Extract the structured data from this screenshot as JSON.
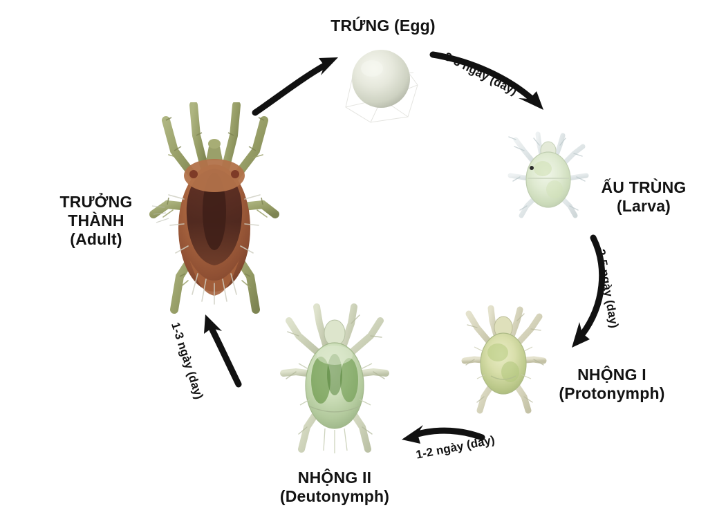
{
  "diagram": {
    "title_visible": false,
    "background_color": "#ffffff",
    "text_color": "#131313",
    "arrow_color": "#111111",
    "type": "life-cycle-cycle-diagram",
    "stages": [
      {
        "id": "egg",
        "name_vi": "TRỨNG",
        "name_en": "(Egg)",
        "label": "TRỨNG (Egg)",
        "artwork": "mite-egg-sphere",
        "colors": {
          "body": "#e7e8dd",
          "highlight": "#f4f5ee",
          "shadow": "#b9bcae"
        }
      },
      {
        "id": "larva",
        "name_vi": "ẤU TRÙNG",
        "name_en": "(Larva)",
        "artwork": "mite-larva-pale",
        "colors": {
          "body": "#dfe8d9",
          "legs": "#dde3e4",
          "accent": "#c6d6ab"
        }
      },
      {
        "id": "protonymph",
        "name_vi": "NHỘNG I",
        "name_en": "(Protonymph)",
        "artwork": "mite-protonymph-yellowgreen",
        "colors": {
          "body": "#d7d9a6",
          "legs": "#d8d6bb",
          "accent": "#a8bd72"
        }
      },
      {
        "id": "deutonymph",
        "name_vi": "NHỘNG II",
        "name_en": "(Deutonymph)",
        "artwork": "mite-deutonymph-green",
        "colors": {
          "body": "#cedcc0",
          "legs": "#cfd3bb",
          "accent": "#6f9c4c",
          "dark": "#4f7d34"
        }
      },
      {
        "id": "adult",
        "name_vi": "TRƯỞNG THÀNH",
        "name_vi_line1": "TRƯỞNG",
        "name_vi_line2": "THÀNH",
        "name_en": "(Adult)",
        "artwork": "mite-adult-brown",
        "colors": {
          "body": "#a9653f",
          "dark": "#50261f",
          "legs": "#9aa06a"
        }
      }
    ],
    "transitions": [
      {
        "id": "egg-to-larva",
        "from": "egg",
        "to": "larva",
        "label": "3-5 ngày (day)",
        "days_min": 3,
        "days_max": 5
      },
      {
        "id": "larva-to-protonymph",
        "from": "larva",
        "to": "protonymph",
        "label": "2-5 ngày (day)",
        "days_min": 2,
        "days_max": 5
      },
      {
        "id": "protonymph-to-deutonymph",
        "from": "protonymph",
        "to": "deutonymph",
        "label": "1-2 ngày (day)",
        "days_min": 1,
        "days_max": 2
      },
      {
        "id": "deutonymph-to-adult",
        "from": "deutonymph",
        "to": "adult",
        "label": "1-3 ngày (day)",
        "days_min": 1,
        "days_max": 3
      },
      {
        "id": "adult-to-egg",
        "from": "adult",
        "to": "egg",
        "label": "",
        "days_min": null,
        "days_max": null
      }
    ]
  }
}
